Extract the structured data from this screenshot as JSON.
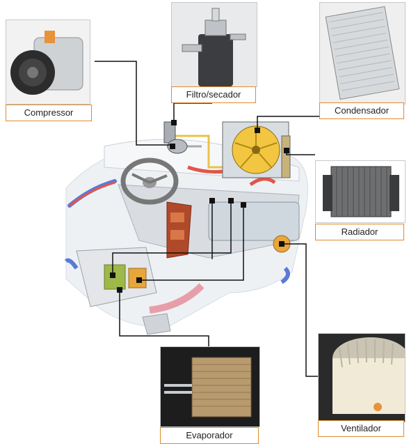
{
  "components": {
    "compressor": {
      "label": "Compressor"
    },
    "filter_dryer": {
      "label": "Filtro/secador"
    },
    "condenser": {
      "label": "Condensador"
    },
    "radiator": {
      "label": "Radiador"
    },
    "evaporator": {
      "label": "Evaporador"
    },
    "blower": {
      "label": "Ventilador"
    }
  },
  "colors": {
    "label_border": "#e08a2a",
    "connector": "#111111",
    "accent": "#e08a2a"
  }
}
